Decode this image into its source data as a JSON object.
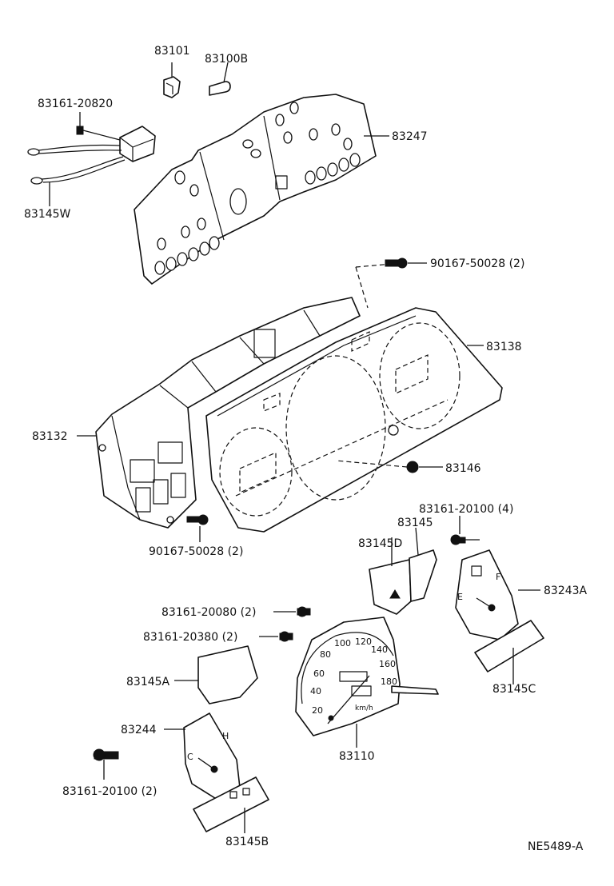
{
  "labels": {
    "p83101": "83101",
    "p83100B": "83100B",
    "p83161_20820": "83161-20820",
    "p83247": "83247",
    "p83145W": "83145W",
    "p90167_top": "90167-50028 (2)",
    "p83138": "83138",
    "p83132": "83132",
    "p83146": "83146",
    "p90167_bot": "90167-50028 (2)",
    "p83161_20100_4": "83161-20100 (4)",
    "p83145": "83145",
    "p83145D": "83145D",
    "p83243A": "83243A",
    "p83161_20080": "83161-20080 (2)",
    "p83161_20380": "83161-20380 (2)",
    "p83145A": "83145A",
    "p83145C": "83145C",
    "p83244": "83244",
    "p83110": "83110",
    "p83161_20100_2": "83161-20100 (2)",
    "p83145B": "83145B",
    "ref": "NE5489-A"
  },
  "dial": {
    "speed_ticks": [
      "20",
      "40",
      "60",
      "80",
      "100",
      "120",
      "140",
      "160",
      "180"
    ],
    "unit": "km/h",
    "fuel_e": "E",
    "fuel_f": "F",
    "temp_c": "C",
    "temp_h": "H"
  }
}
